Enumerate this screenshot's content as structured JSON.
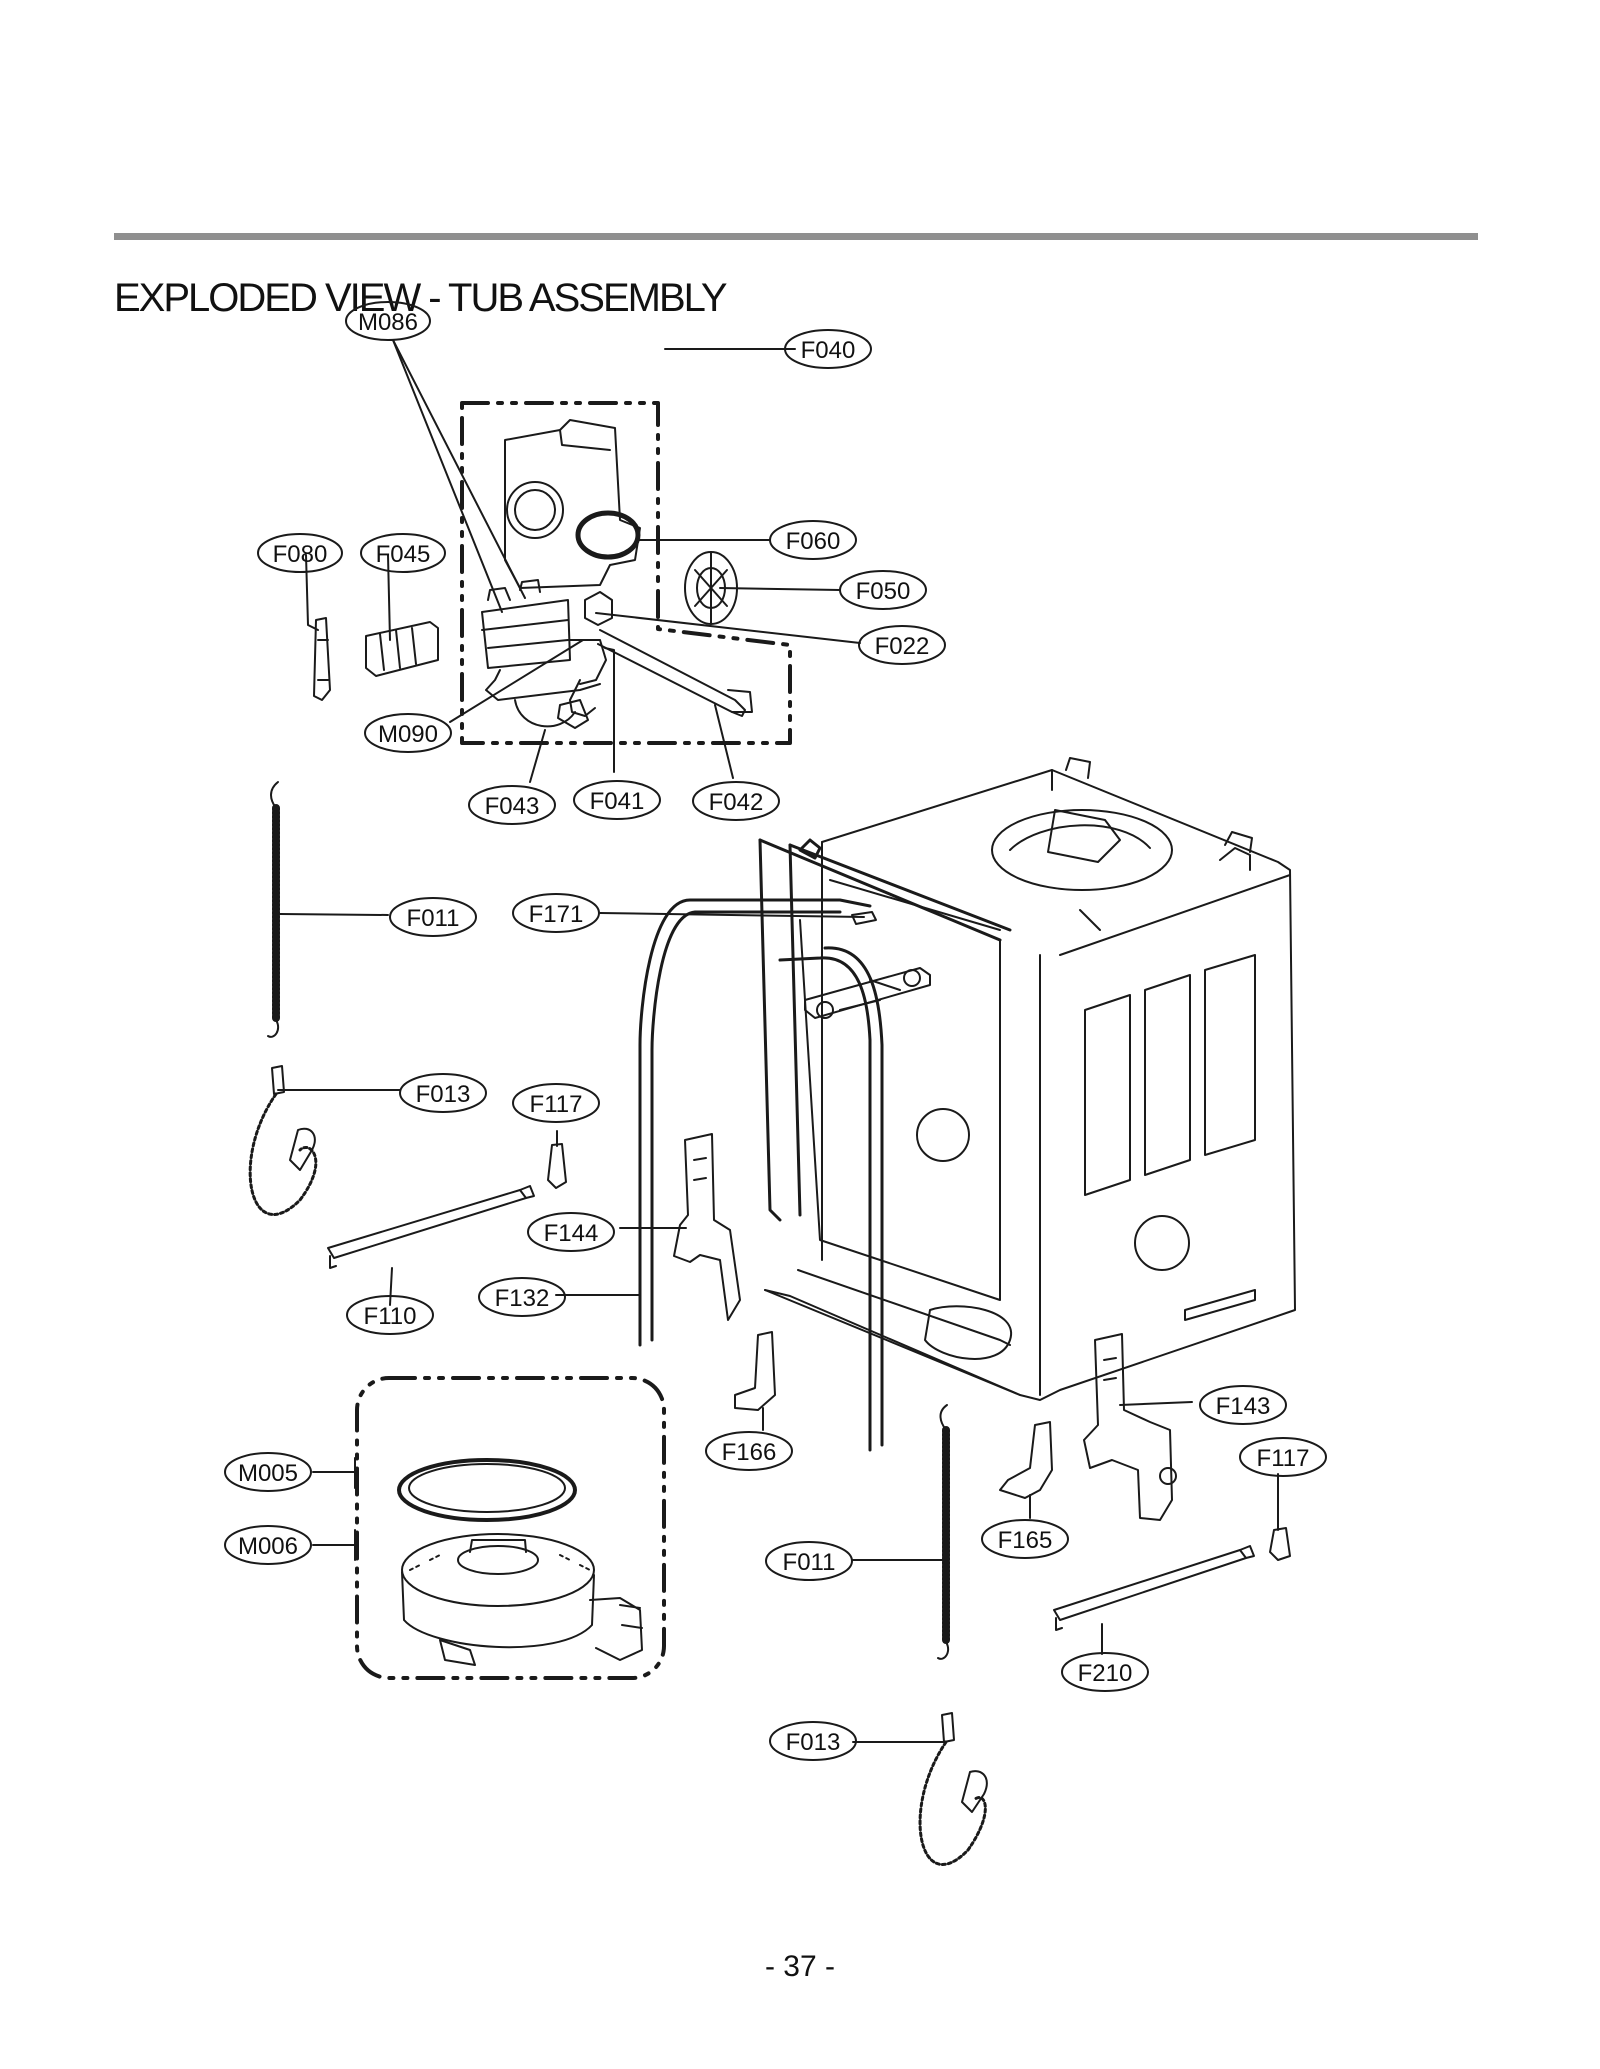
{
  "title": "EXPLODED VIEW - TUB ASSEMBLY",
  "page_number": "- 37 -",
  "callouts": [
    "M086",
    "F040",
    "F080",
    "F045",
    "F060",
    "F050",
    "F022",
    "M090",
    "F043",
    "F041",
    "F042",
    "F011",
    "F171",
    "F013",
    "F117",
    "F144",
    "F110",
    "F132",
    "F143",
    "F166",
    "M005",
    "F117",
    "M006",
    "F165",
    "F011",
    "F210",
    "F013"
  ]
}
